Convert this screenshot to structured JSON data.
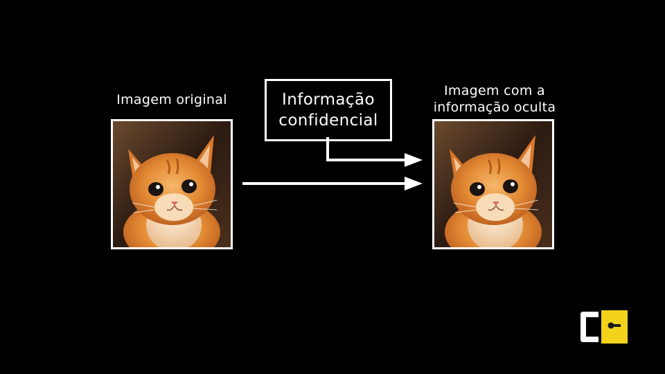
{
  "diagram": {
    "original_label": "Imagem original",
    "secret_box_line1": "Informação",
    "secret_box_line2": "confidencial",
    "result_label_line1": "Imagem com a",
    "result_label_line2": "informação oculta"
  },
  "images": {
    "original": "kitten-photo",
    "result": "kitten-photo"
  },
  "logo": {
    "icon": "keyhole-c-logo",
    "accent_color": "#f2d21b",
    "primary_color": "#ffffff"
  },
  "colors": {
    "background": "#000000",
    "foreground": "#ffffff"
  }
}
